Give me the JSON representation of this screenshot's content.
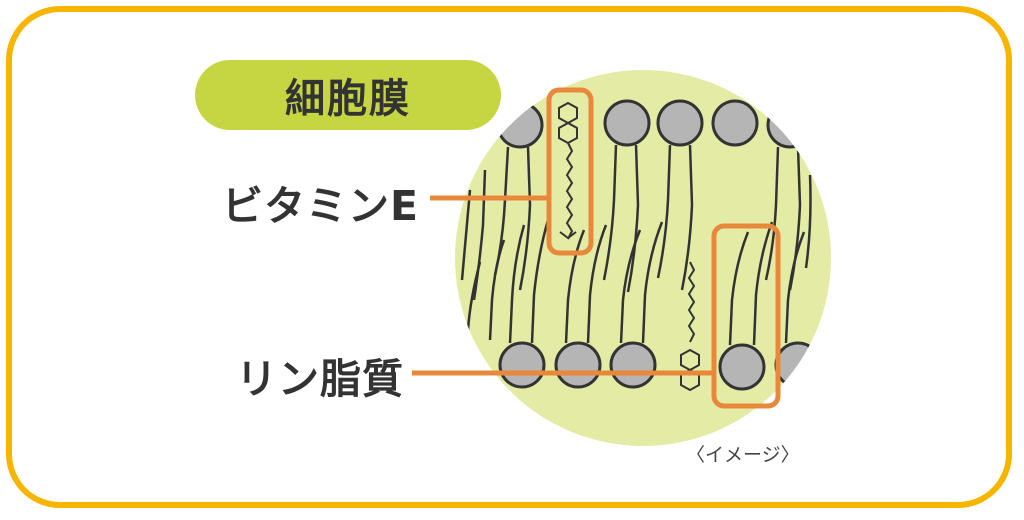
{
  "title": "細胞膜",
  "labels": {
    "vitamin_e": "ビタミンE",
    "phospholipid": "リン脂質"
  },
  "note": "〈イメージ〉",
  "colors": {
    "frame": "#f7b500",
    "title_bg": "#c6d643",
    "circle_bg": "#e3eba5",
    "head": "#b5b5b5",
    "highlight": "#e8883a",
    "line": "#333333"
  }
}
